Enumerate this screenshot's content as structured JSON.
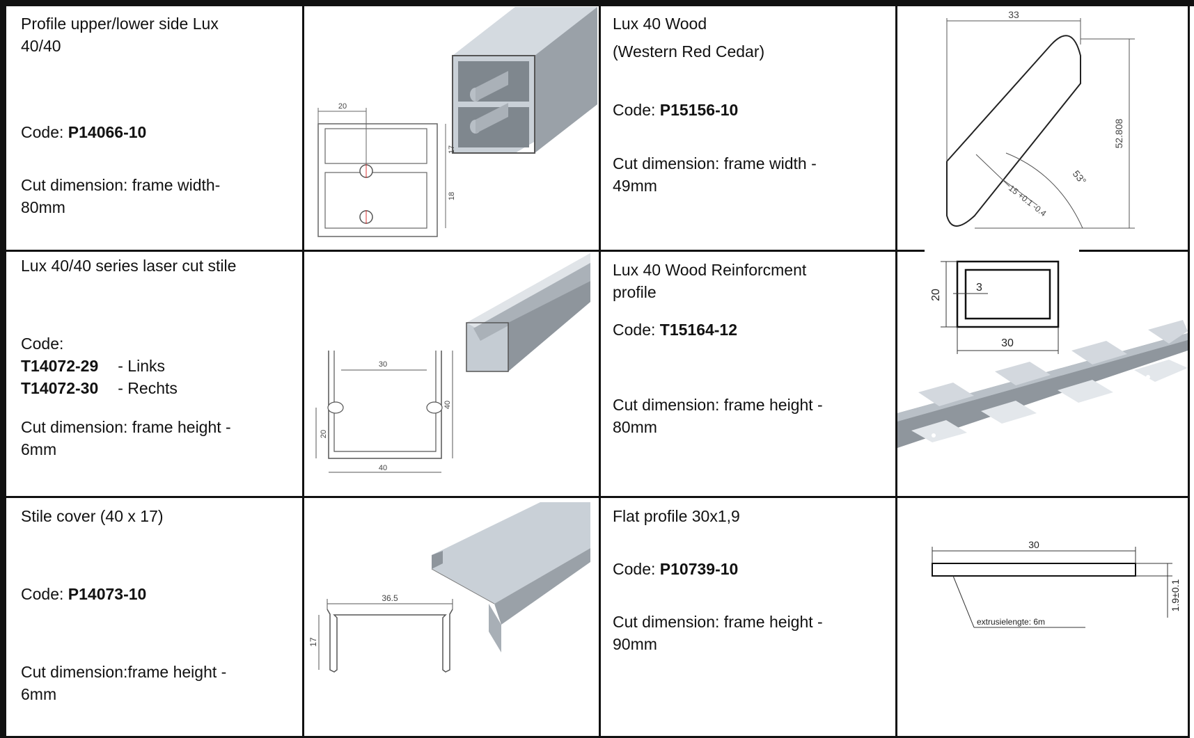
{
  "rows": [
    {
      "left": {
        "title": [
          "Profile upper/lower side Lux",
          "40/40"
        ],
        "code_label": "Code:",
        "code": "P14066-10",
        "cut": [
          "Cut dimension: frame width-",
          "80mm"
        ],
        "drawing": {
          "dims": [
            "20",
            "17",
            "18"
          ]
        }
      },
      "right": {
        "title": [
          "Lux 40 Wood",
          "(Western Red Cedar)"
        ],
        "code_label": "Code:",
        "code": "P15156-10",
        "cut": [
          "Cut dimension: frame width -",
          "49mm"
        ],
        "drawing": {
          "dims": [
            "33",
            "52.808",
            "53°",
            "15 +0.1 -0.4"
          ]
        }
      }
    },
    {
      "left": {
        "title": [
          "Lux 40/40 series laser cut stile"
        ],
        "code_label": "Code:",
        "codes": [
          {
            "code": "T14072-29",
            "suffix": "- Links"
          },
          {
            "code": "T14072-30",
            "suffix": "- Rechts"
          }
        ],
        "cut": [
          "Cut dimension: frame height -",
          "6mm"
        ],
        "drawing": {
          "dims": [
            "30",
            "40",
            "20",
            "40"
          ]
        }
      },
      "right": {
        "title": [
          " Lux 40 Wood Reinforcment",
          "profile"
        ],
        "code_label": "Code:",
        "code": "T15164-12",
        "cut": [
          "Cut dimension: frame height -",
          "80mm"
        ],
        "drawing": {
          "dims": [
            "20",
            "3",
            "30"
          ]
        }
      }
    },
    {
      "left": {
        "title": [
          "Stile cover (40 x 17)"
        ],
        "code_label": "Code:",
        "code": "P14073-10",
        "cut": [
          "Cut dimension:frame height -",
          "6mm"
        ],
        "drawing": {
          "dims": [
            "36.5",
            "17"
          ]
        }
      },
      "right": {
        "title": [
          "Flat profile 30x1,9"
        ],
        "code_label": "Code:",
        "code": "P10739-10",
        "cut": [
          "Cut dimension: frame height -",
          "90mm"
        ],
        "drawing": {
          "dims": [
            "30",
            "1.9±0.1",
            "extrusielengte: 6m"
          ]
        }
      }
    }
  ],
  "colors": {
    "border": "#111111",
    "profile_face": "#c4cbd3",
    "profile_side": "#9aa1a8",
    "profile_edge": "#555b61"
  }
}
